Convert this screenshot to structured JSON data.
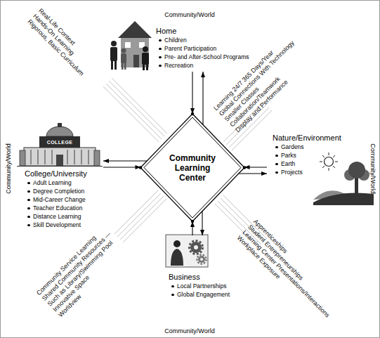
{
  "diagram": {
    "nodes": [
      {
        "text": [
          "Home",
          "Children",
          "Parent Participation",
          "Pre- and After-School Programs",
          "Recreation"
        ]
      },
      {
        "text": [
          "College/University",
          "Adult Learning",
          "Degree Completion",
          "Mid-Career Change",
          "Teacher Education",
          "Distance Learning",
          "Skill Development"
        ]
      },
      {
        "text": [
          "Community Learning Center"
        ]
      },
      {
        "text": [
          "Nature/Environment",
          "Gardens",
          "Parks",
          "Earth",
          "Projects"
        ]
      },
      {
        "text": [
          "Business",
          "Local Partnerships",
          "Global Engagement"
        ]
      }
    ],
    "edges": [
      {
        "from": 0,
        "to": 2,
        "arrow": "to"
      },
      {
        "from": 2,
        "to": 0,
        "arrow": "to"
      },
      {
        "from": 1,
        "to": 2,
        "arrow": "to"
      },
      {
        "from": 2,
        "to": 1,
        "arrow": "to"
      },
      {
        "from": 3,
        "to": 2,
        "arrow": "to"
      },
      {
        "from": 2,
        "to": 3,
        "arrow": "to"
      },
      {
        "from": 4,
        "to": 2,
        "arrow": "to"
      },
      {
        "from": 2,
        "to": 4,
        "arrow": "to"
      }
    ],
    "labels": [
      "Community/World",
      "Community/World",
      "Community/World",
      "Community/World",
      "COLLEGE",
      "Real-Life Context",
      "Hands-On Learning",
      "Rigorous, Basic Curriculum",
      "Learning 24/7 365 Days/Year",
      "Global Connections With Technology",
      "Smaller Classes",
      "Collaboration/Teamwork",
      "Display and Performance",
      "Community Service Learning",
      "Shared Community Resources — Such as Library/Swimming Pool",
      "Innovative Space",
      "Worldview",
      "Apprenticeships",
      "Student Entrepreneurships",
      "Learning Center Presentations/Interactions",
      "Workplace Exposure"
    ]
  }
}
